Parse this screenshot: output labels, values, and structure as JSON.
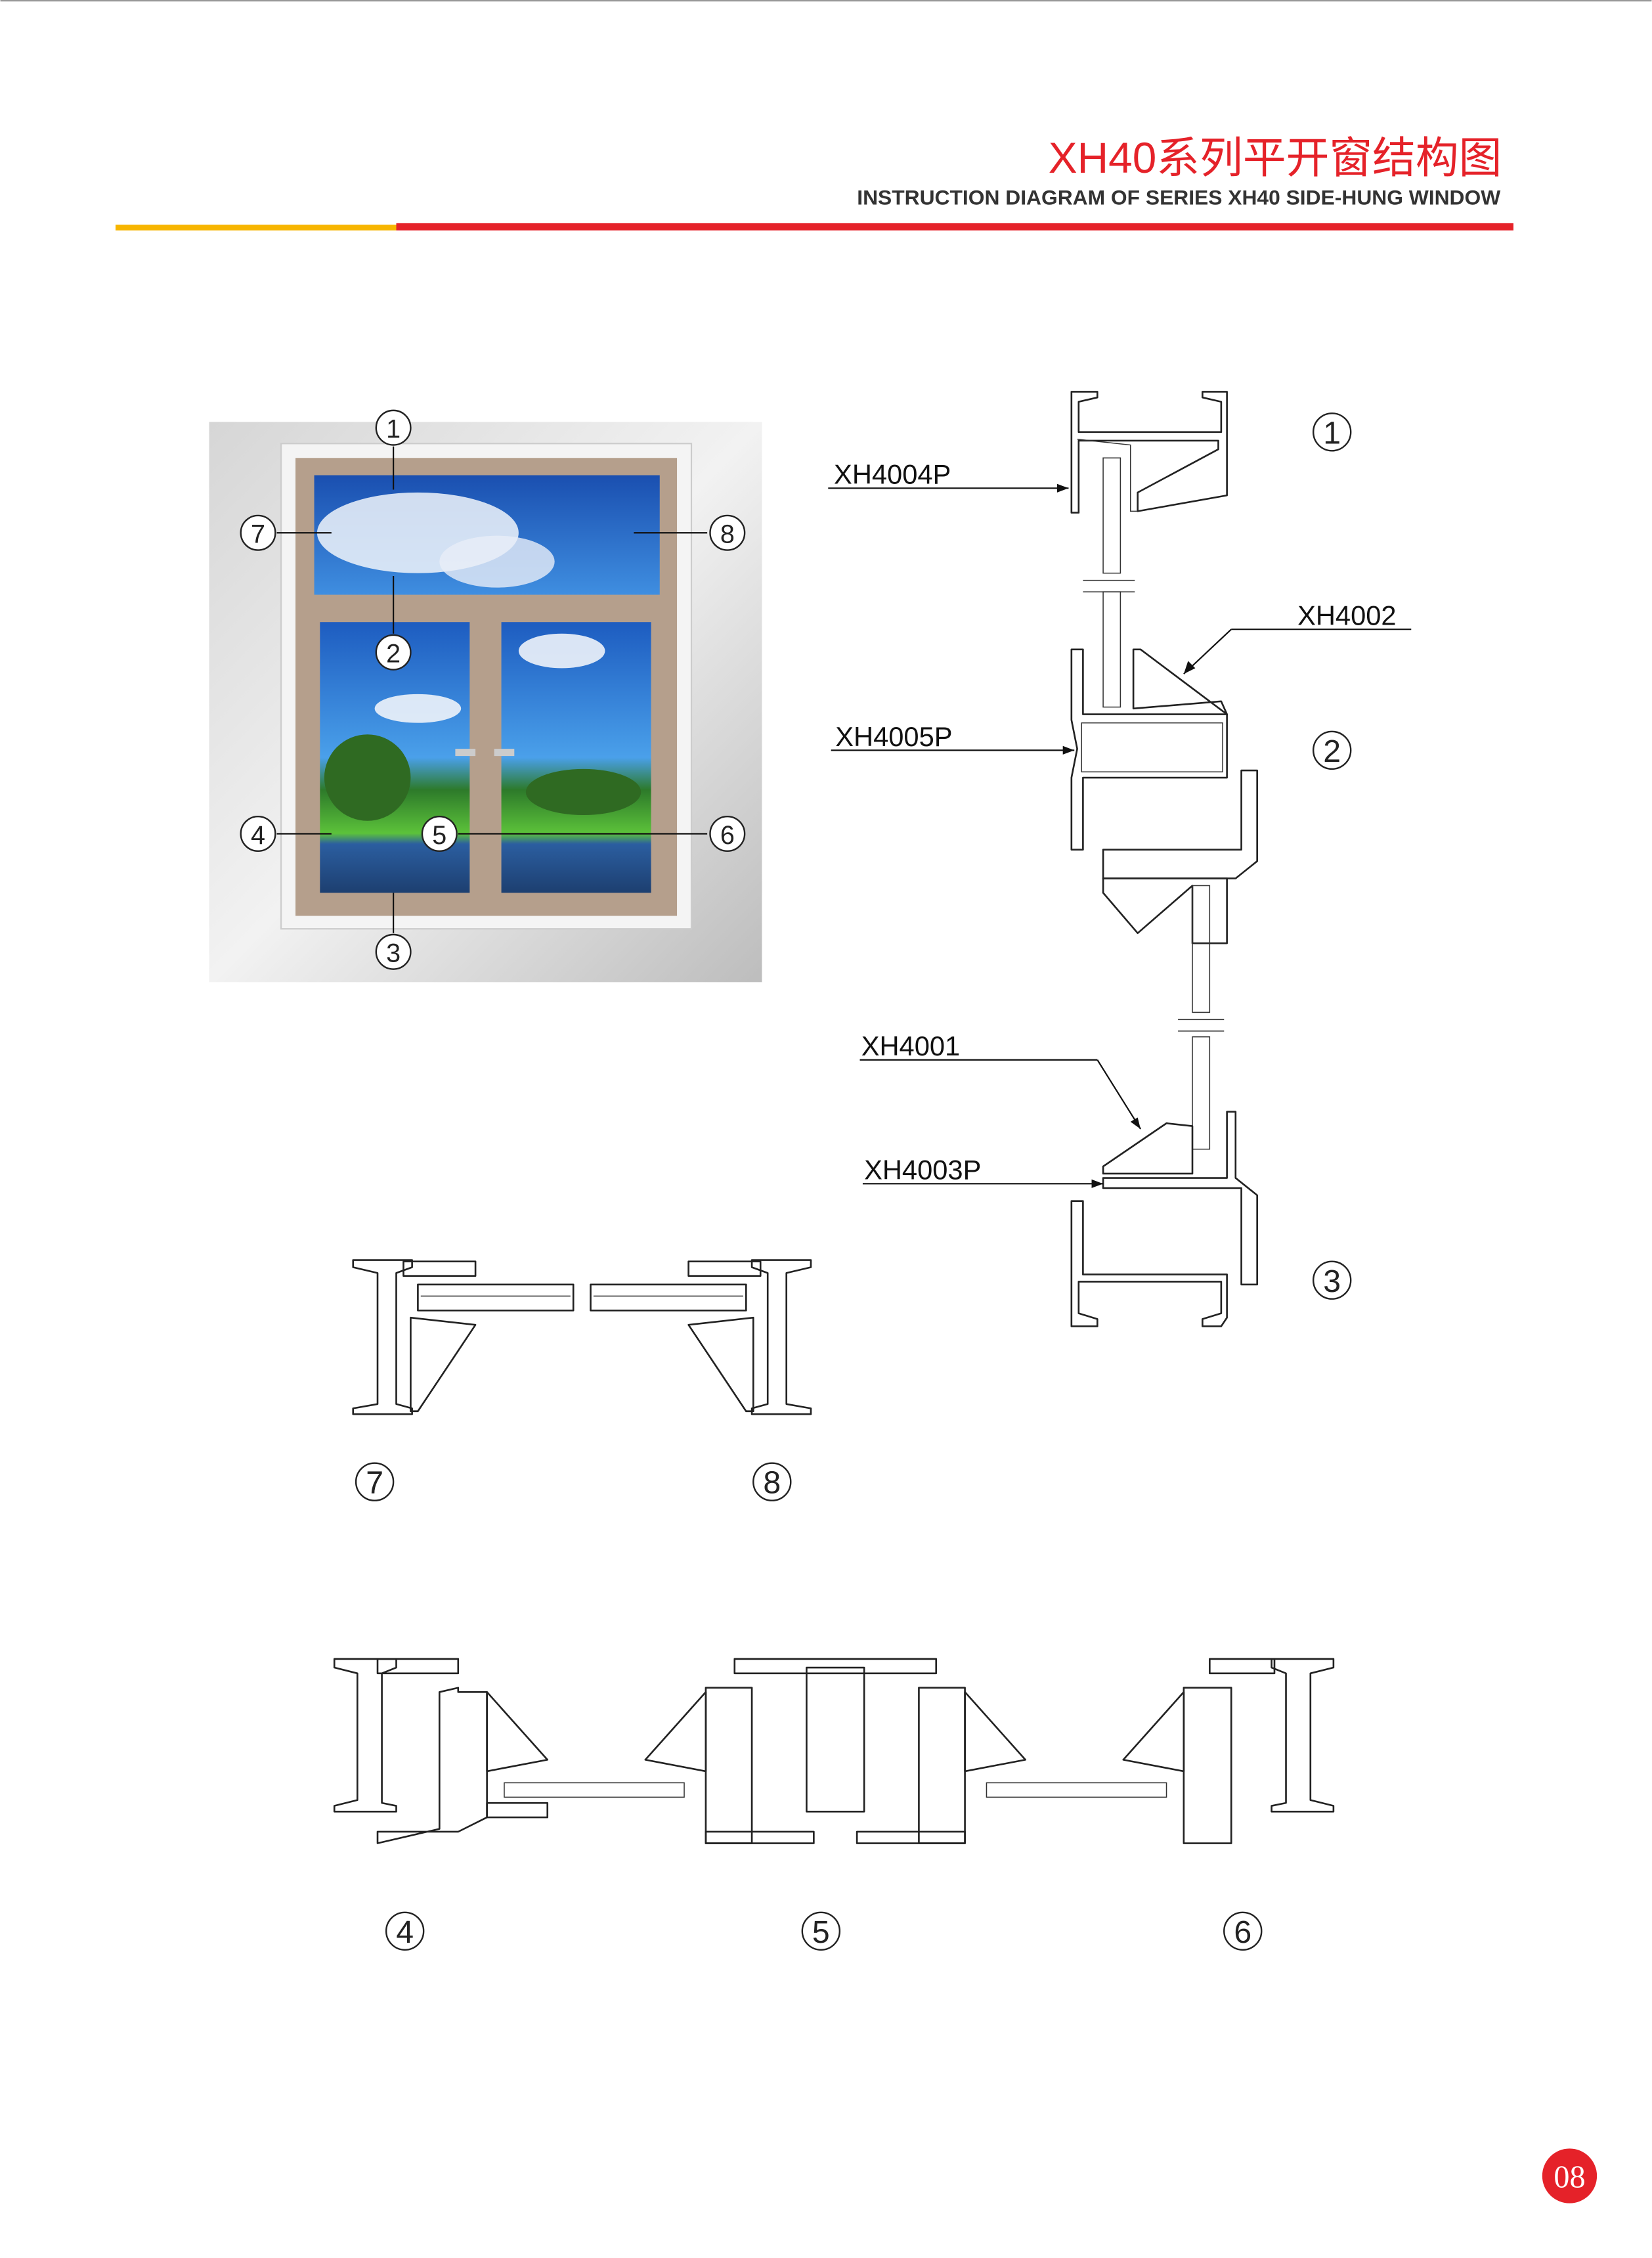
{
  "header": {
    "title_cn": "XH40系列平开窗结构图",
    "title_en": "INSTRUCTION DIAGRAM OF SERIES XH40 SIDE-HUNG WINDOW",
    "accent_red": "#e52229",
    "accent_yellow": "#f7b500"
  },
  "photo": {
    "callouts": [
      "1",
      "2",
      "3",
      "4",
      "5",
      "6",
      "7",
      "8"
    ]
  },
  "section_labels": {
    "s1": "1",
    "s2": "2",
    "s3": "3",
    "s4": "4",
    "s5": "5",
    "s6": "6",
    "s7": "7",
    "s8": "8"
  },
  "profiles": {
    "xh4004p": "XH4004P",
    "xh4002": "XH4002",
    "xh4005p": "XH4005P",
    "xh4001": "XH4001",
    "xh4003p": "XH4003P"
  },
  "page_number": "08"
}
